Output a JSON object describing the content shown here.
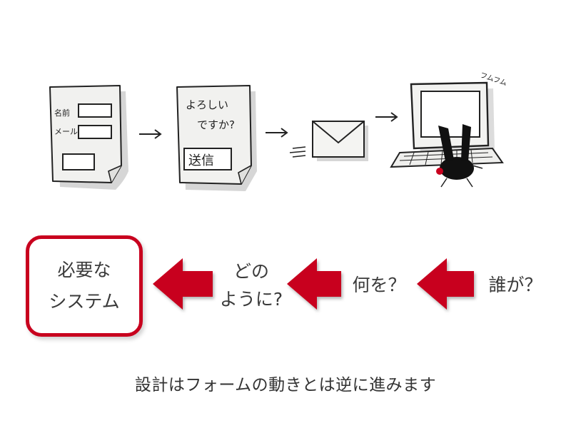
{
  "flow": {
    "form_labels": [
      "名前",
      "メール"
    ],
    "confirm_text": [
      "よろしい",
      "ですか?"
    ],
    "send_button": "送信",
    "pc_sound": "フムフム"
  },
  "design": {
    "system_line1": "必要な",
    "system_line2": "システム",
    "how_line1": "どの",
    "how_line2": "ように?",
    "what": "何を？",
    "who": "誰が？"
  },
  "caption": "設計はフォームの動きとは逆に進みます",
  "colors": {
    "accent_red": "#c8001e",
    "paper": "#f1f1ef",
    "ink": "#222222"
  }
}
